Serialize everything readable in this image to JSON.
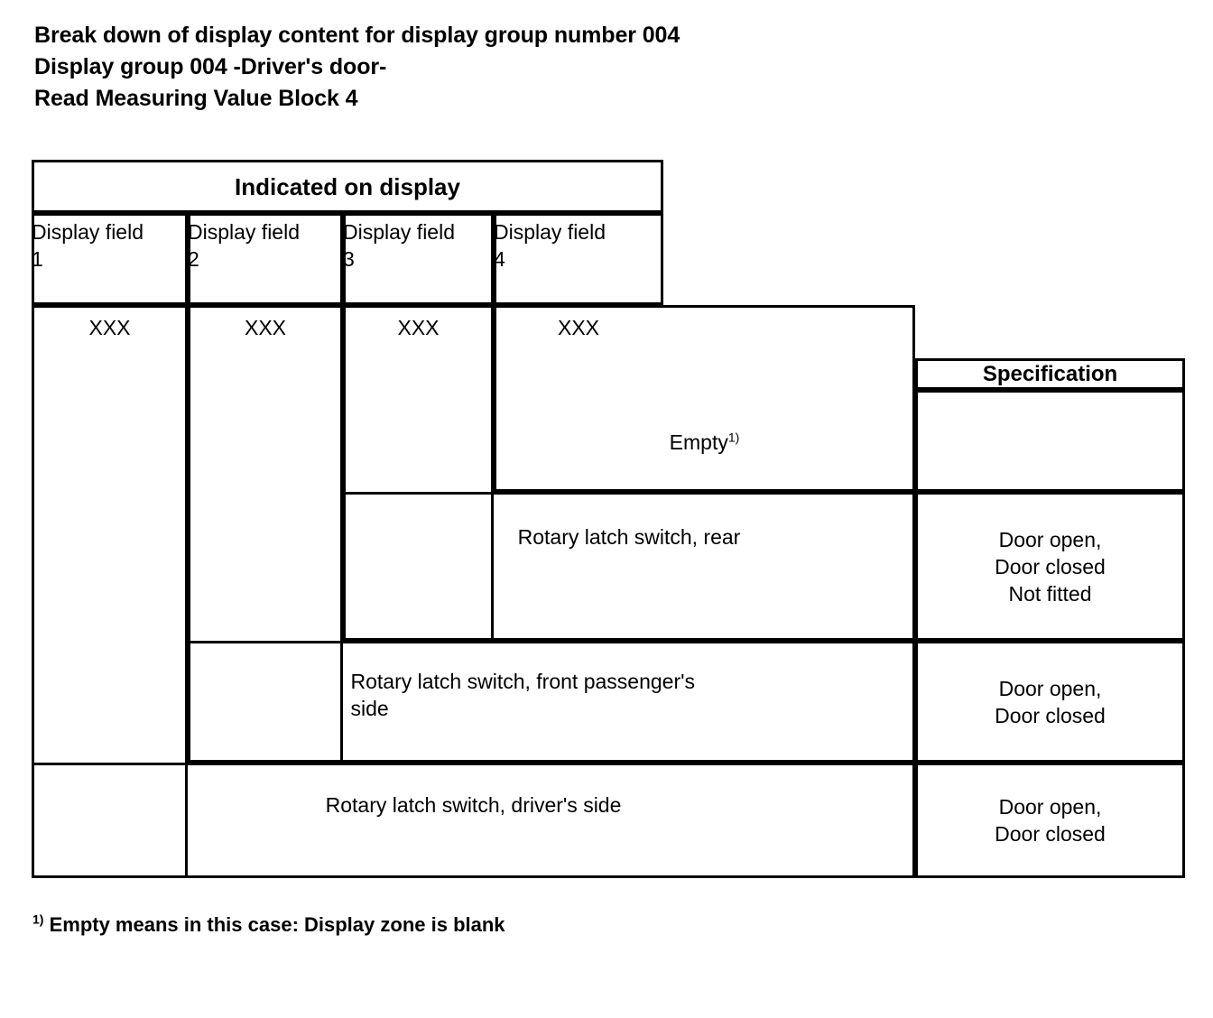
{
  "document": {
    "title_lines": [
      "Break down of display content for display group number 004",
      "Display group 004 -Driver's door-",
      "Read Measuring Value Block 4"
    ]
  },
  "table": {
    "group_header": "Indicated on display",
    "spec_header": "Specification",
    "field_headers": [
      "Display field\n1",
      "Display field\n2",
      "Display field\n3",
      "Display field\n4"
    ],
    "field_header_labels": [
      {
        "label": "Display field",
        "number": "1"
      },
      {
        "label": "Display field",
        "number": "2"
      },
      {
        "label": "Display field",
        "number": "3"
      },
      {
        "label": "Display field",
        "number": "4"
      }
    ],
    "value_row": [
      "XXX",
      "XXX",
      "XXX",
      "XXX"
    ],
    "rows": [
      {
        "description": "Empty",
        "footnote_marker": "1)",
        "specification": ""
      },
      {
        "description": "Rotary latch switch, rear",
        "footnote_marker": "",
        "specification": "Door open,\nDoor closed\nNot fitted"
      },
      {
        "description": "Rotary latch switch, front passenger's side",
        "footnote_marker": "",
        "specification": "Door open,\nDoor closed"
      },
      {
        "description": "Rotary latch switch, driver's side",
        "footnote_marker": "",
        "specification": "Door open,\nDoor closed"
      }
    ],
    "spec_cells": [
      "",
      "Door open,\nDoor closed\nNot fitted",
      "Door open,\nDoor closed",
      "Door open,\nDoor closed"
    ],
    "spec_cell_lines": [
      [],
      [
        "Door open,",
        "Door closed",
        "Not fitted"
      ],
      [
        "Door open,",
        "Door closed"
      ],
      [
        "Door open,",
        "Door closed"
      ]
    ],
    "description_lines": [
      [
        "Empty"
      ],
      [
        "Rotary latch switch, rear"
      ],
      [
        "Rotary latch switch, front passenger's",
        "side"
      ],
      [
        "Rotary latch switch, driver's side"
      ]
    ]
  },
  "footnote": {
    "marker": "1)",
    "text": "Empty means in this case: Display zone is blank"
  },
  "colors": {
    "line": "#000000",
    "text": "#000000",
    "background": "#ffffff"
  }
}
